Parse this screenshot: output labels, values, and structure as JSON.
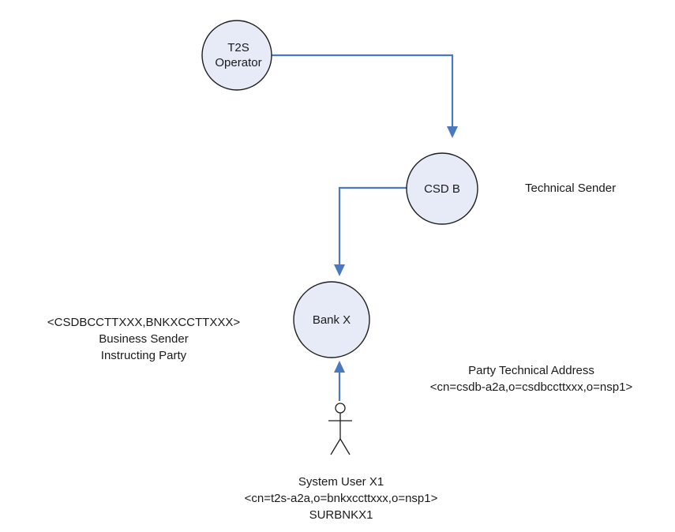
{
  "nodes": {
    "t2s_operator": {
      "line1": "T2S",
      "line2": "Operator"
    },
    "csd_b": {
      "label": "CSD B"
    },
    "bank_x": {
      "label": "Bank X"
    }
  },
  "annotations": {
    "technical_sender": "Technical Sender",
    "business_sender": {
      "bic_pair": "<CSDBCCTTXXX,BNKXCCTTXXX>",
      "line1": "Business Sender",
      "line2": "Instructing Party"
    },
    "party_technical_address": {
      "title": "Party Technical Address",
      "dn": "<cn=csdb-a2a,o=csdbccttxxx,o=nsp1>"
    },
    "system_user": {
      "name": "System User X1",
      "dn": "<cn=t2s-a2a,o=bnkxccttxxx,o=nsp1>",
      "id": "SURBNKX1"
    }
  },
  "colors": {
    "node_fill": "#e6ebf7",
    "connector": "#4a78c2",
    "outline": "#1e1e1e"
  }
}
